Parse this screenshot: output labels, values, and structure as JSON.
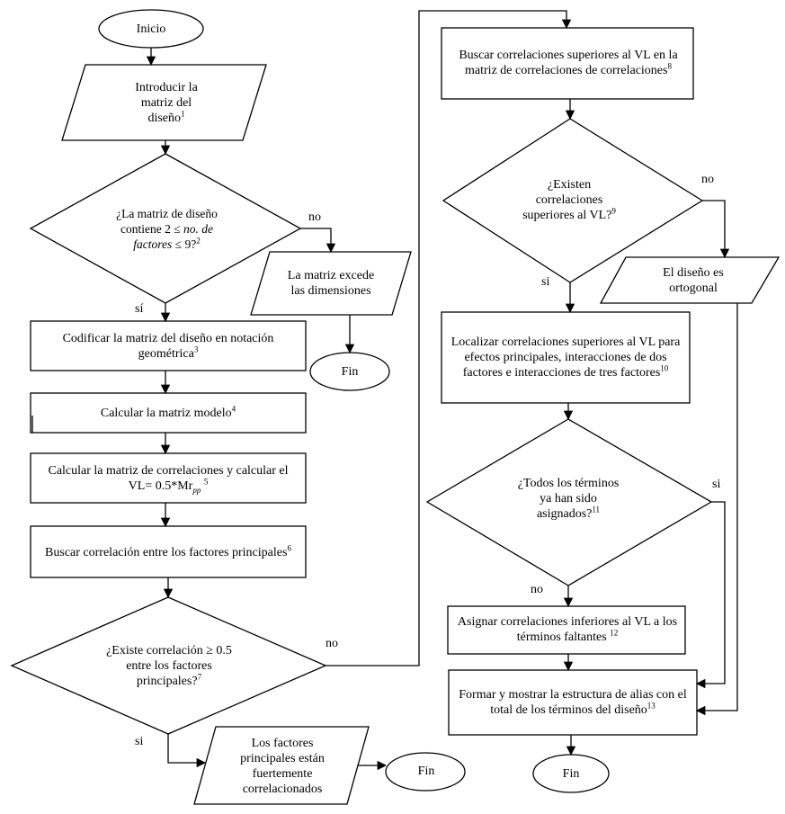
{
  "nodes": {
    "inicio": "Inicio",
    "introducir": {
      "text": "Introducir la matriz del diseño",
      "sup": "1"
    },
    "decision_dims": {
      "pre": "¿La matriz de diseño contiene 2 ≤ ",
      "ital": "no. de factores",
      "post": " ≤ 9?",
      "sup": "2"
    },
    "excede": "La matriz excede las dimensiones",
    "fin1": "Fin",
    "codificar": {
      "text": "Codificar la matriz del diseño en notación geométrica",
      "sup": "3"
    },
    "modelo": {
      "text": "Calcular la matriz modelo",
      "sup": "4"
    },
    "correlaciones": {
      "text": "Calcular la matriz de correlaciones y calcular el VL= 0.5*Mr",
      "sub": "pp",
      "sup": "5"
    },
    "buscar_principales": {
      "text": "Buscar correlación entre los factores principales",
      "sup": "6"
    },
    "decision_existe": {
      "text": "¿Existe correlación ≥ 0.5 entre los factores principales?",
      "sup": "7"
    },
    "fuertemente": "Los factores principales están fuertemente correlacionados",
    "fin2": "Fin",
    "buscar_superiores": {
      "text": "Buscar correlaciones superiores al VL en la matriz de correlaciones de correlaciones",
      "sup": "8"
    },
    "decision_superiores": {
      "text": "¿Existen correlaciones superiores al VL?",
      "sup": "9"
    },
    "ortogonal": "El diseño es ortogonal",
    "localizar": {
      "text": "Localizar correlaciones superiores al VL para efectos principales, interacciones de dos factores e interacciones de tres factores",
      "sup": "10"
    },
    "decision_asignados": {
      "text": "¿Todos los términos ya han sido asignados?",
      "sup": "11"
    },
    "asignar": {
      "text": "Asignar correlaciones inferiores al VL a los términos faltantes",
      "sup": "12"
    },
    "formar": {
      "text": "Formar y mostrar la estructura de alias con el total de los términos del diseño",
      "sup": "13"
    },
    "fin3": "Fin"
  },
  "edges": {
    "dims_no": "no",
    "dims_si": "sí",
    "existe_no": "no",
    "existe_si": "si",
    "superiores_no": "no",
    "superiores_si": "si",
    "asignados_si": "si",
    "asignados_no": "no"
  }
}
